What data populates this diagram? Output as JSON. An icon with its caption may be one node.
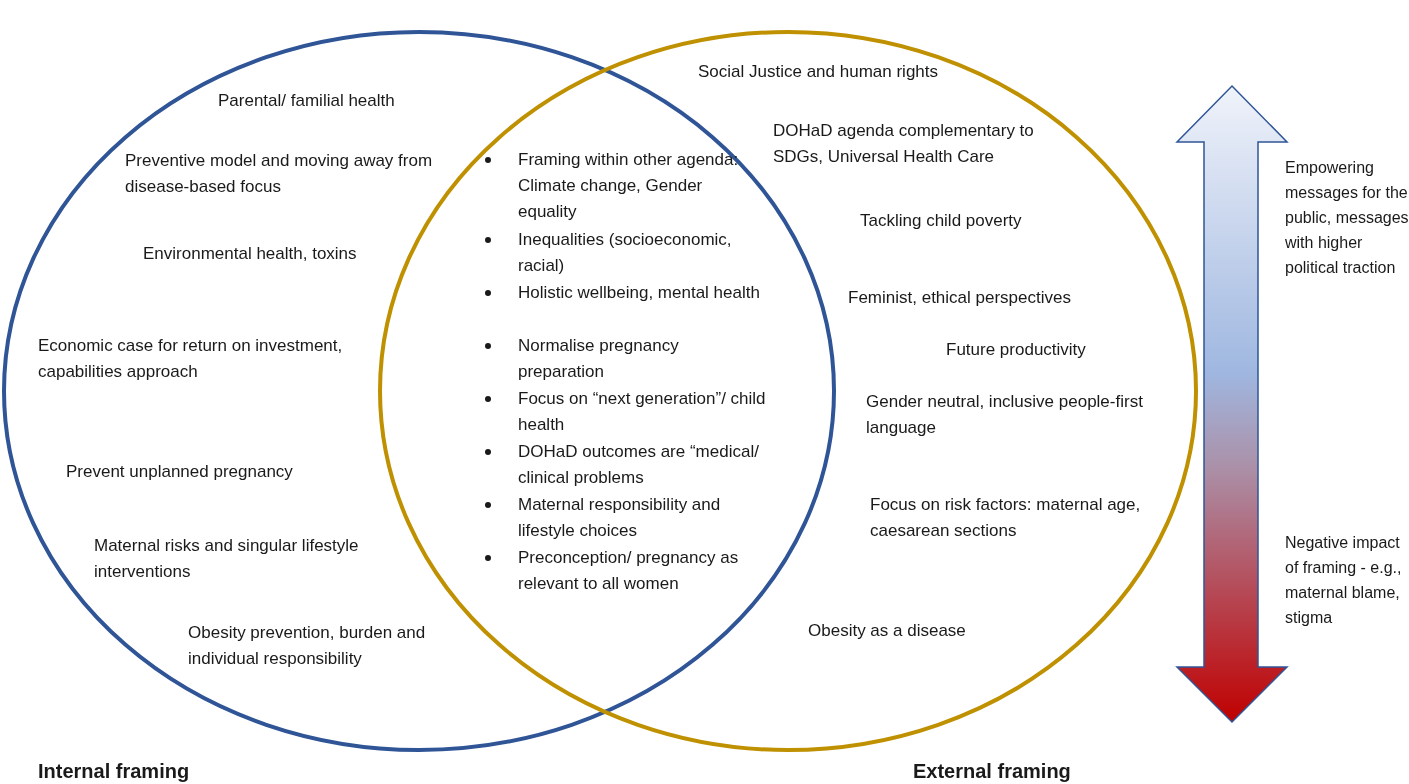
{
  "diagram": {
    "nodes": [
      {
        "text": [
          "Internal framing"
        ]
      },
      {
        "text": [
          "External framing"
        ]
      }
    ],
    "edges": [],
    "labels": [
      "Parental/ familial health",
      "Preventive model and moving away from disease-based focus",
      "Environmental health, toxins",
      "Economic case for return on investment, capabilities approach",
      "Prevent unplanned pregnancy",
      "Maternal risks and singular lifestyle interventions",
      "Obesity prevention, burden and individual responsibility",
      "Framing within other agenda: Climate change, Gender equality",
      "Inequalities (socioeconomic, racial)",
      "Holistic wellbeing, mental health",
      "Normalise pregnancy preparation",
      "Focus on “next generation”/ child health",
      "DOHaD outcomes are “medical/ clinical problems",
      "Maternal responsibility and lifestyle choices",
      "Preconception/ pregnancy as relevant to all women",
      "Social Justice and human rights",
      "DOHaD agenda complementary to SDGs, Universal Health Care",
      "Tackling child poverty",
      "Feminist, ethical perspectives",
      "Future productivity",
      "Gender neutral, inclusive people-first language",
      "Focus on risk factors: maternal age, caesarean sections",
      "Obesity as a disease",
      "Empowering messages for the public, messages with higher political traction",
      "Negative impact of framing - e.g., maternal blame, stigma"
    ]
  }
}
